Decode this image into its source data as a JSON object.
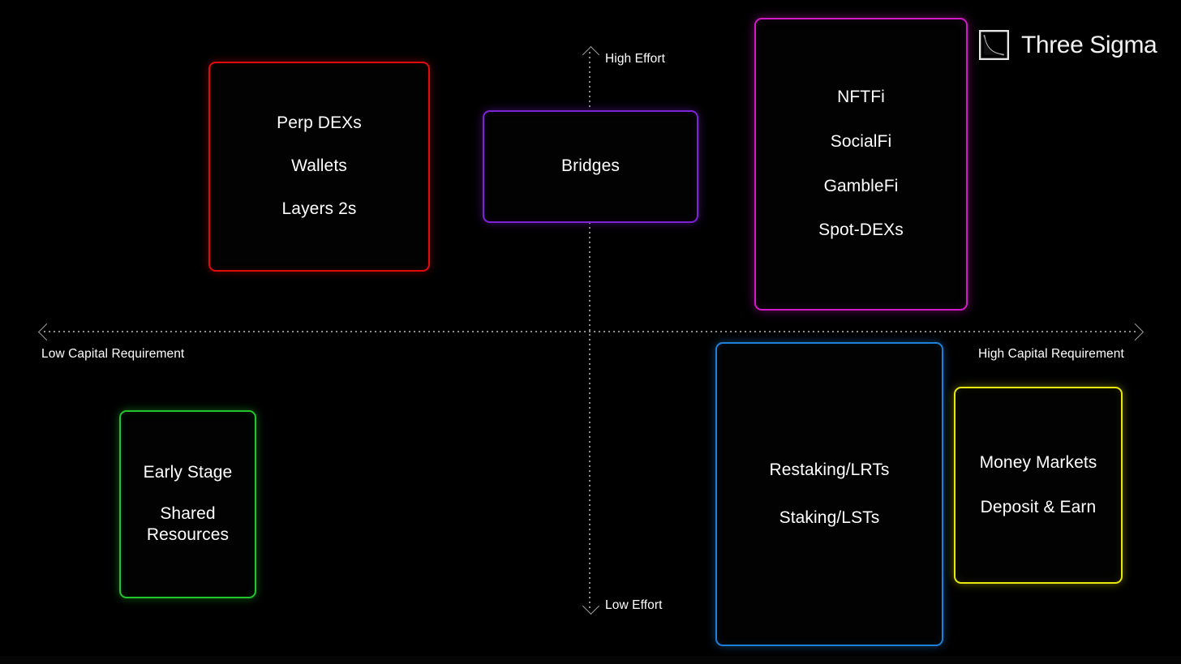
{
  "brand": {
    "name": "Three Sigma",
    "mark": "three-sigma-decay-curve-square"
  },
  "axes": {
    "x_left_label": "Low Capital Requirement",
    "x_right_label": "High Capital Requirement",
    "y_top_label": "High Effort",
    "y_bottom_label": "Low Effort"
  },
  "chart_data": {
    "type": "scatter",
    "title": "",
    "subtitle": "",
    "xlabel": "Capital Requirement",
    "ylabel": "Effort",
    "grid": false,
    "legend": "none",
    "axis_style": "dotted-cross-with-arrowheads",
    "x_axis": {
      "low_label": "Low Capital Requirement",
      "high_label": "High Capital Requirement"
    },
    "y_axis": {
      "low_label": "Low Effort",
      "high_label": "High Effort"
    },
    "quadrant_groups": [
      {
        "id": "perp-dexs-group",
        "color": "#e00b0b",
        "quadrant": "high-effort-low-capital",
        "items": [
          "Perp DEXs",
          "Wallets",
          "Layers 2s"
        ]
      },
      {
        "id": "bridges-group",
        "color": "#7e22d6",
        "quadrant": "high-effort-center",
        "items": [
          "Bridges"
        ]
      },
      {
        "id": "nftfi-group",
        "color": "#d119c6",
        "quadrant": "high-effort-high-capital",
        "items": [
          "NFTFi",
          "SocialFi",
          "GambleFi",
          "Spot-DEXs"
        ]
      },
      {
        "id": "early-stage-group",
        "color": "#22c52b",
        "quadrant": "low-effort-low-capital",
        "items": [
          "Early Stage",
          "Shared\nResources"
        ]
      },
      {
        "id": "staking-group",
        "color": "#1e7fd8",
        "quadrant": "low-effort-high-capital",
        "items": [
          "Restaking/LRTs",
          "Staking/LSTs"
        ]
      },
      {
        "id": "money-markets-group",
        "color": "#e8e80d",
        "quadrant": "low-effort-high-capital",
        "items": [
          "Money Markets",
          "Deposit & Earn"
        ]
      }
    ]
  }
}
